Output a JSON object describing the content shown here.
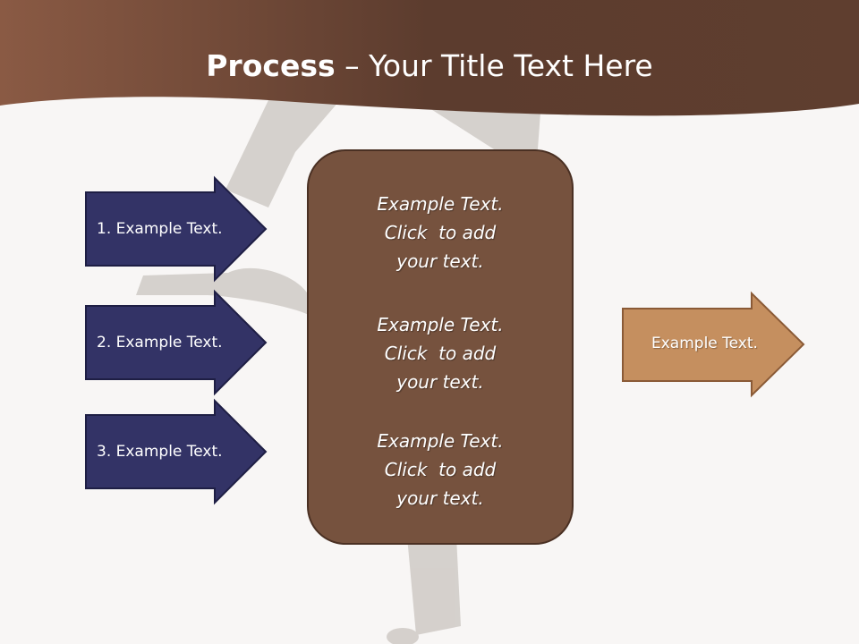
{
  "title": {
    "bold": "Process",
    "rest": " – Your Title Text Here"
  },
  "left_arrows": [
    {
      "label": "1. Example Text."
    },
    {
      "label": "2. Example Text."
    },
    {
      "label": "3. Example Text."
    }
  ],
  "center_box": {
    "blocks": [
      {
        "line1": "Example Text.",
        "line2": "Click  to add",
        "line3": "your text."
      },
      {
        "line1": "Example Text.",
        "line2": "Click  to add",
        "line3": "your text."
      },
      {
        "line1": "Example Text.",
        "line2": "Click  to add",
        "line3": "your text."
      }
    ]
  },
  "output_arrow": {
    "label": "Example Text."
  },
  "colors": {
    "header_dark": "#4e3427",
    "header_light": "#8a5a44",
    "left_arrow_fill": "#333366",
    "center_box_fill": "#76523e",
    "output_arrow_fill": "#c58f5f",
    "page_background": "#f8f6f5"
  }
}
